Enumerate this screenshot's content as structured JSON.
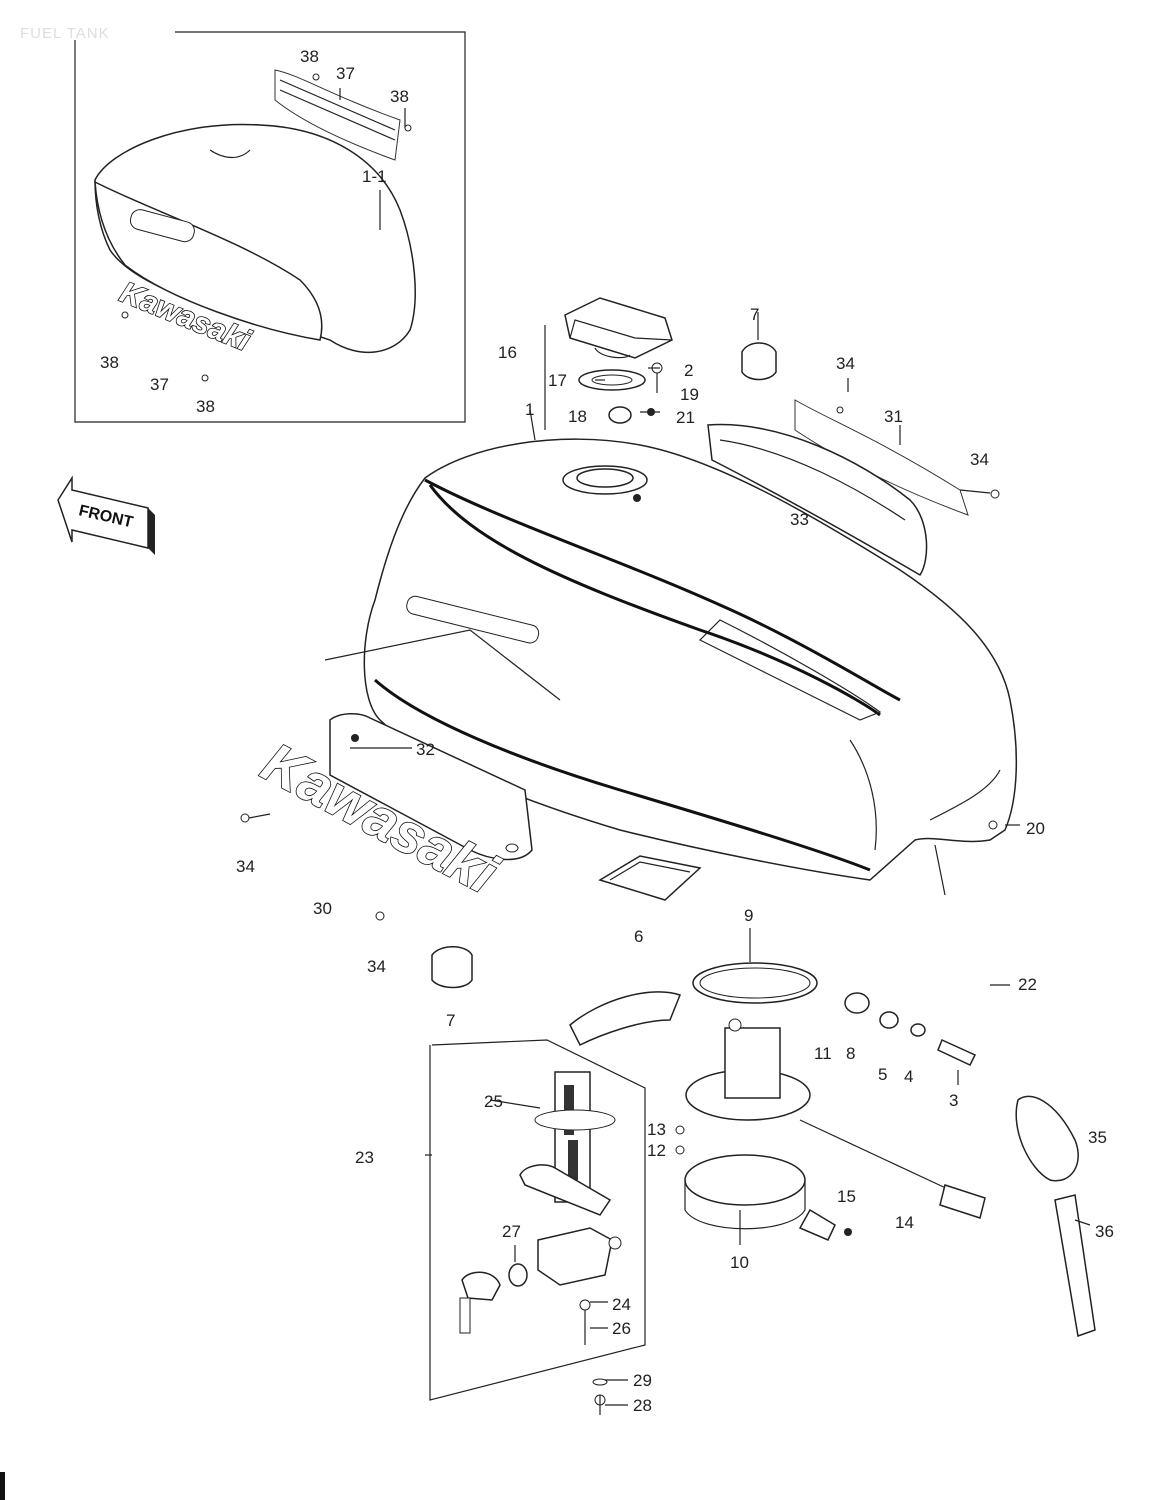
{
  "page_title": "FUEL TANK",
  "front_arrow_label": "FRONT",
  "brand_text": "Kawasaki",
  "inset_top": {
    "labels": [
      "38",
      "37",
      "38",
      "1-1",
      "38",
      "37",
      "38"
    ]
  },
  "inset_bottom_label": "23",
  "callouts": {
    "c1": "1",
    "c2": "2",
    "c3": "3",
    "c4": "4",
    "c5": "5",
    "c6": "6",
    "c7a": "7",
    "c7b": "7",
    "c8": "8",
    "c9": "9",
    "c10": "10",
    "c11": "11",
    "c12": "12",
    "c13": "13",
    "c14": "14",
    "c15": "15",
    "c16": "16",
    "c17": "17",
    "c18": "18",
    "c19": "19",
    "c20": "20",
    "c21": "21",
    "c22": "22",
    "c24": "24",
    "c25": "25",
    "c26": "26",
    "c27": "27",
    "c28": "28",
    "c29": "29",
    "c30": "30",
    "c31": "31",
    "c32": "32",
    "c33": "33",
    "c34a": "34",
    "c34b": "34",
    "c34c": "34",
    "c34d": "34",
    "c35": "35",
    "c36": "36"
  }
}
